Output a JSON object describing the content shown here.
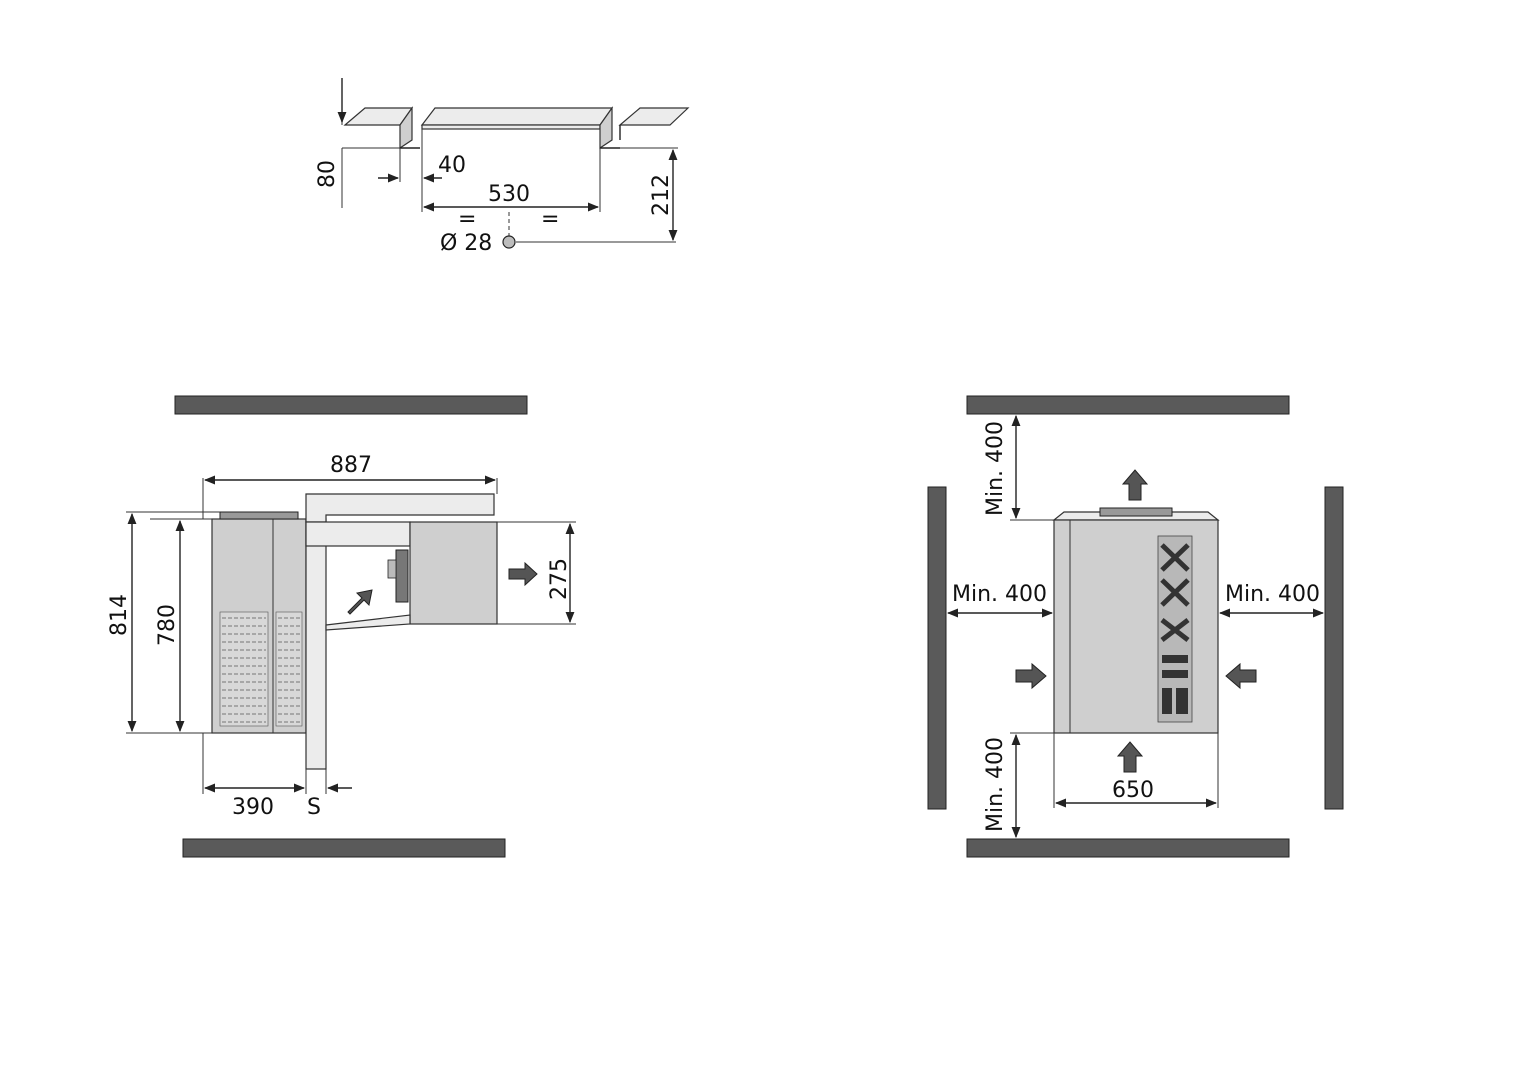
{
  "top_view": {
    "dim_80": "80",
    "dim_40": "40",
    "dim_530": "530",
    "dim_212": "212",
    "equal_left": "=",
    "equal_right": "=",
    "pipe_diameter": "Ø 28"
  },
  "side_view": {
    "dim_887": "887",
    "dim_814": "814",
    "dim_780": "780",
    "dim_275": "275",
    "dim_390": "390",
    "dim_s": "S"
  },
  "front_view": {
    "clearance_top": "Min. 400",
    "clearance_left": "Min. 400",
    "clearance_right": "Min. 400",
    "clearance_bottom": "Min. 400",
    "width_650": "650"
  },
  "colors": {
    "wall": "#5a5a5a",
    "unit_body": "#cfcfcf",
    "line": "#222222"
  }
}
